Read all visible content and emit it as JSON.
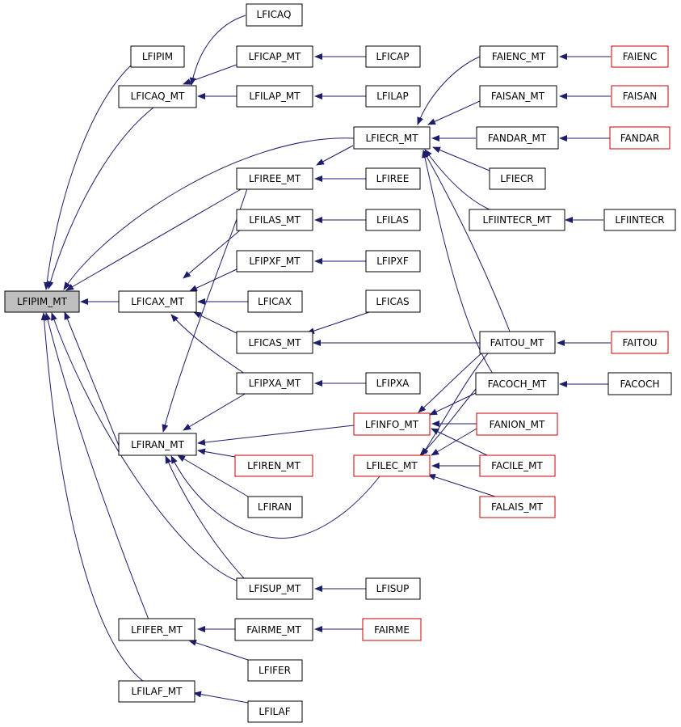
{
  "colors": {
    "edge": "#1d1d6b",
    "box_border": "#000000",
    "box_border_incomplete": "#cc0000",
    "root_fill": "#bfbfbf",
    "box_fill": "#ffffff"
  },
  "nodes": [
    {
      "id": "n0",
      "label": "LFIPIM_MT",
      "kind": "root"
    },
    {
      "id": "n1",
      "label": "LFICAQ"
    },
    {
      "id": "n2",
      "label": "LFIPIM"
    },
    {
      "id": "n3",
      "label": "LFICAP_MT"
    },
    {
      "id": "n4",
      "label": "LFICAP"
    },
    {
      "id": "n5",
      "label": "LFICAQ_MT"
    },
    {
      "id": "n6",
      "label": "LFILAP_MT"
    },
    {
      "id": "n7",
      "label": "LFILAP"
    },
    {
      "id": "n8",
      "label": "FAIENC_MT"
    },
    {
      "id": "n9",
      "label": "FAIENC",
      "kind": "red"
    },
    {
      "id": "n10",
      "label": "FAISAN_MT"
    },
    {
      "id": "n11",
      "label": "FAISAN",
      "kind": "red"
    },
    {
      "id": "n12",
      "label": "LFIECR_MT"
    },
    {
      "id": "n13",
      "label": "FANDAR_MT"
    },
    {
      "id": "n14",
      "label": "FANDAR",
      "kind": "red"
    },
    {
      "id": "n15",
      "label": "LFIREE_MT"
    },
    {
      "id": "n16",
      "label": "LFIREE"
    },
    {
      "id": "n17",
      "label": "LFIECR"
    },
    {
      "id": "n18",
      "label": "LFIINTECR_MT"
    },
    {
      "id": "n19",
      "label": "LFIINTECR"
    },
    {
      "id": "n20",
      "label": "LFILAS_MT"
    },
    {
      "id": "n21",
      "label": "LFILAS"
    },
    {
      "id": "n22",
      "label": "LFIPXF_MT"
    },
    {
      "id": "n23",
      "label": "LFIPXF"
    },
    {
      "id": "n24",
      "label": "LFICAX_MT"
    },
    {
      "id": "n25",
      "label": "LFICAX"
    },
    {
      "id": "n26",
      "label": "LFICAS"
    },
    {
      "id": "n27",
      "label": "LFICAS_MT"
    },
    {
      "id": "n28",
      "label": "FAITOU_MT"
    },
    {
      "id": "n29",
      "label": "FAITOU",
      "kind": "red"
    },
    {
      "id": "n30",
      "label": "LFIPXA_MT"
    },
    {
      "id": "n31",
      "label": "LFIPXA"
    },
    {
      "id": "n32",
      "label": "FACOCH_MT"
    },
    {
      "id": "n33",
      "label": "FACOCH"
    },
    {
      "id": "n34",
      "label": "LFINFO_MT",
      "kind": "red"
    },
    {
      "id": "n35",
      "label": "FANION_MT",
      "kind": "red"
    },
    {
      "id": "n36",
      "label": "LFIRAN_MT"
    },
    {
      "id": "n37",
      "label": "LFIREN_MT",
      "kind": "red"
    },
    {
      "id": "n38",
      "label": "LFILEC_MT",
      "kind": "red"
    },
    {
      "id": "n39",
      "label": "FACILE_MT",
      "kind": "red"
    },
    {
      "id": "n40",
      "label": "LFIRAN"
    },
    {
      "id": "n41",
      "label": "FALAIS_MT",
      "kind": "red"
    },
    {
      "id": "n42",
      "label": "LFISUP_MT"
    },
    {
      "id": "n43",
      "label": "LFISUP"
    },
    {
      "id": "n44",
      "label": "LFIFER_MT"
    },
    {
      "id": "n45",
      "label": "FAIRME_MT"
    },
    {
      "id": "n46",
      "label": "FAIRME",
      "kind": "red"
    },
    {
      "id": "n47",
      "label": "LFIFER"
    },
    {
      "id": "n48",
      "label": "LFILAF_MT"
    },
    {
      "id": "n49",
      "label": "LFILAF"
    }
  ],
  "edges": [
    {
      "from": "LFICAQ",
      "to": "LFICAQ_MT"
    },
    {
      "from": "LFICAP",
      "to": "LFICAP_MT"
    },
    {
      "from": "LFICAP_MT",
      "to": "LFICAQ_MT"
    },
    {
      "from": "LFILAP",
      "to": "LFILAP_MT"
    },
    {
      "from": "LFILAP_MT",
      "to": "LFICAQ_MT"
    },
    {
      "from": "LFIPIM",
      "to": "LFIPIM_MT"
    },
    {
      "from": "LFICAQ_MT",
      "to": "LFIPIM_MT"
    },
    {
      "from": "FAIENC",
      "to": "FAIENC_MT"
    },
    {
      "from": "FAISAN",
      "to": "FAISAN_MT"
    },
    {
      "from": "FANDAR",
      "to": "FANDAR_MT"
    },
    {
      "from": "FAIENC_MT",
      "to": "LFIECR_MT"
    },
    {
      "from": "FAISAN_MT",
      "to": "LFIECR_MT"
    },
    {
      "from": "FANDAR_MT",
      "to": "LFIECR_MT"
    },
    {
      "from": "LFIECR",
      "to": "LFIECR_MT"
    },
    {
      "from": "LFIINTECR",
      "to": "LFIINTECR_MT"
    },
    {
      "from": "LFIINTECR_MT",
      "to": "LFIECR_MT"
    },
    {
      "from": "FAITOU_MT",
      "to": "LFIECR_MT"
    },
    {
      "from": "FACOCH_MT",
      "to": "LFIECR_MT"
    },
    {
      "from": "LFIECR_MT",
      "to": "LFIREE_MT"
    },
    {
      "from": "LFIECR_MT",
      "to": "LFIPIM_MT"
    },
    {
      "from": "LFIREE",
      "to": "LFIREE_MT"
    },
    {
      "from": "LFIREE_MT",
      "to": "LFIPIM_MT"
    },
    {
      "from": "LFIREE_MT",
      "to": "LFIRAN_MT"
    },
    {
      "from": "LFILAS",
      "to": "LFILAS_MT"
    },
    {
      "from": "LFILAS_MT",
      "to": "LFICAX_MT"
    },
    {
      "from": "LFIPXF",
      "to": "LFIPXF_MT"
    },
    {
      "from": "LFIPXF_MT",
      "to": "LFICAX_MT"
    },
    {
      "from": "LFICAX",
      "to": "LFICAX_MT"
    },
    {
      "from": "LFICAX_MT",
      "to": "LFIPIM_MT"
    },
    {
      "from": "LFICAS",
      "to": "LFICAS_MT"
    },
    {
      "from": "FAITOU_MT",
      "to": "LFICAS_MT"
    },
    {
      "from": "LFICAS_MT",
      "to": "LFICAX_MT"
    },
    {
      "from": "FAITOU",
      "to": "FAITOU_MT"
    },
    {
      "from": "LFIPXA",
      "to": "LFIPXA_MT"
    },
    {
      "from": "LFIPXA_MT",
      "to": "LFICAX_MT"
    },
    {
      "from": "LFIPXA_MT",
      "to": "LFIRAN_MT"
    },
    {
      "from": "FACOCH",
      "to": "FACOCH_MT"
    },
    {
      "from": "FAITOU_MT",
      "to": "LFINFO_MT"
    },
    {
      "from": "FACOCH_MT",
      "to": "LFINFO_MT"
    },
    {
      "from": "FANION_MT",
      "to": "LFINFO_MT"
    },
    {
      "from": "FACILE_MT",
      "to": "LFINFO_MT"
    },
    {
      "from": "LFINFO_MT",
      "to": "LFIRAN_MT"
    },
    {
      "from": "LFIREN_MT",
      "to": "LFIRAN_MT"
    },
    {
      "from": "FAITOU_MT",
      "to": "LFILEC_MT"
    },
    {
      "from": "FACOCH_MT",
      "to": "LFILEC_MT"
    },
    {
      "from": "FANION_MT",
      "to": "LFILEC_MT"
    },
    {
      "from": "FACILE_MT",
      "to": "LFILEC_MT"
    },
    {
      "from": "FALAIS_MT",
      "to": "LFILEC_MT"
    },
    {
      "from": "LFILEC_MT",
      "to": "LFIRAN_MT"
    },
    {
      "from": "LFIRAN",
      "to": "LFIRAN_MT"
    },
    {
      "from": "LFIRAN_MT",
      "to": "LFIPIM_MT"
    },
    {
      "from": "LFISUP",
      "to": "LFISUP_MT"
    },
    {
      "from": "LFISUP_MT",
      "to": "LFIRAN_MT"
    },
    {
      "from": "LFISUP_MT",
      "to": "LFIPIM_MT"
    },
    {
      "from": "FAIRME",
      "to": "FAIRME_MT"
    },
    {
      "from": "FAIRME_MT",
      "to": "LFIFER_MT"
    },
    {
      "from": "LFIFER",
      "to": "LFIFER_MT"
    },
    {
      "from": "LFIFER_MT",
      "to": "LFIPIM_MT"
    },
    {
      "from": "LFILAF",
      "to": "LFILAF_MT"
    },
    {
      "from": "LFILAF_MT",
      "to": "LFIPIM_MT"
    }
  ]
}
